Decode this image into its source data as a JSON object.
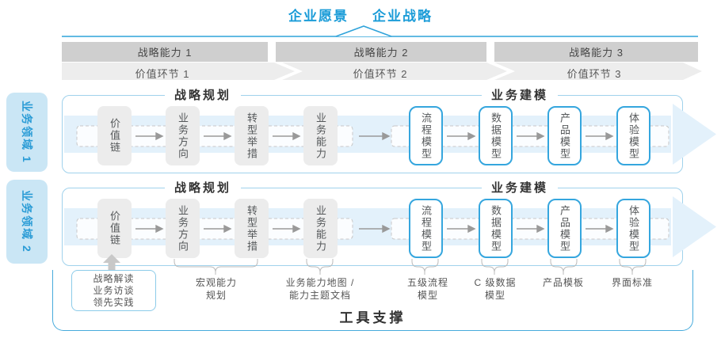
{
  "header": {
    "vision_label": "企业愿景",
    "strategy_label": "企业战略"
  },
  "capability_bars": [
    {
      "label": "战略能力 1"
    },
    {
      "label": "战略能力 2"
    },
    {
      "label": "战略能力 3"
    }
  ],
  "value_links": [
    {
      "label": "价值环节 1"
    },
    {
      "label": "价值环节 2"
    },
    {
      "label": "价值环节 3"
    }
  ],
  "domains": [
    {
      "label": "业务领域 1",
      "planning_title": "战略规划",
      "modeling_title": "业务建模",
      "planning_boxes": [
        "价值链",
        "业务方向",
        "转型举措",
        "业务能力"
      ],
      "modeling_boxes": [
        "流程模型",
        "数据模型",
        "产品模型",
        "体验模型"
      ]
    },
    {
      "label": "业务领域 2",
      "planning_title": "战略规划",
      "modeling_title": "业务建模",
      "planning_boxes": [
        "价值链",
        "业务方向",
        "转型举措",
        "业务能力"
      ],
      "modeling_boxes": [
        "流程模型",
        "数据模型",
        "产品模型",
        "体验模型"
      ]
    }
  ],
  "annotations": {
    "inputs_box": {
      "lines": [
        "战略解读",
        "业务访谈",
        "领先实践"
      ]
    },
    "labels": [
      {
        "lines": [
          "宏观能力",
          "规划"
        ]
      },
      {
        "lines": [
          "业务能力地图 /",
          "能力主题文档"
        ]
      },
      {
        "lines": [
          "五级流程",
          "模型"
        ]
      },
      {
        "lines": [
          "C 级数据",
          "模型"
        ]
      },
      {
        "lines": [
          "产品模板"
        ]
      },
      {
        "lines": [
          "界面标准"
        ]
      }
    ]
  },
  "footer": {
    "tool_support_label": "工具支撑"
  },
  "colors": {
    "accent_blue": "#1b9cd8",
    "panel_border": "#a0d2ec",
    "box_border_blue": "#35a6de",
    "bar_gray": "#cfcfcf",
    "chevron_gray": "#ededed",
    "arrow_band_blue": "#e3f1fb",
    "domain_tab_bg": "#cae6f5",
    "domain_tab_text": "#2b9cd6",
    "toolbox_border": "#47abdc",
    "dashed_track": "#c8c8c8",
    "flow_arrow_gray": "#999999",
    "title_dark": "#333333"
  }
}
